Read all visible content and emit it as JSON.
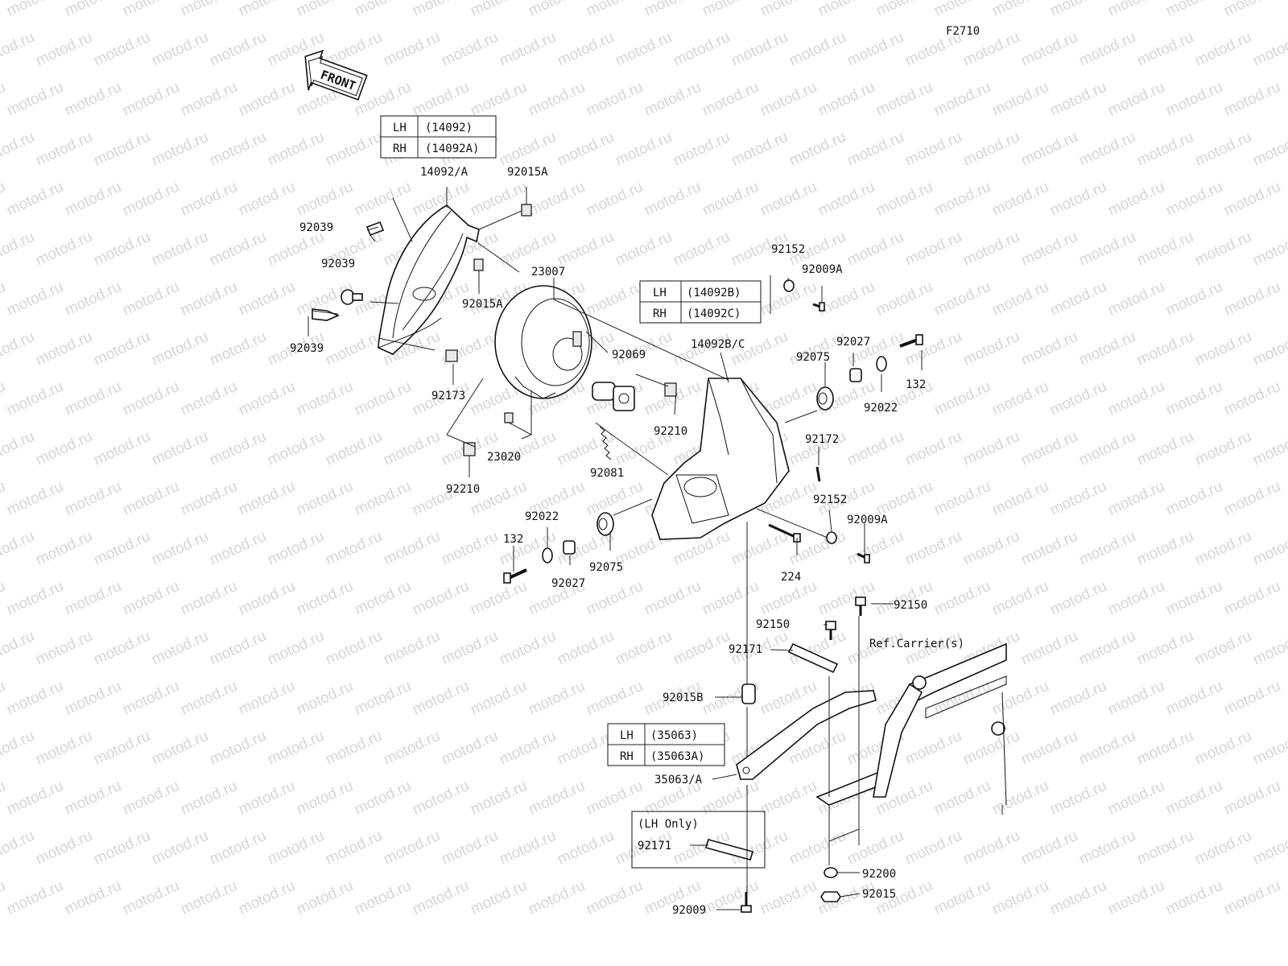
{
  "diagram_code": "F2710",
  "watermark_text": "motod.ru",
  "front_label": "FRONT",
  "tables": {
    "top_cover": {
      "rows": [
        {
          "side": "LH",
          "part": "(14092)"
        },
        {
          "side": "RH",
          "part": "(14092A)"
        }
      ]
    },
    "mid_cover": {
      "rows": [
        {
          "side": "LH",
          "part": "(14092B)"
        },
        {
          "side": "RH",
          "part": "(14092C)"
        }
      ]
    },
    "bracket": {
      "rows": [
        {
          "side": "LH",
          "part": "(35063)"
        },
        {
          "side": "RH",
          "part": "(35063A)"
        }
      ]
    }
  },
  "lh_only_note": "(LH Only)",
  "ref_note": "Ref.Carrier(s)",
  "callouts": [
    "14092/A",
    "92015A",
    "92039",
    "92039",
    "92039",
    "92015A",
    "23007",
    "92173",
    "92069",
    "23020",
    "92210",
    "92081",
    "92210",
    "14092B/C",
    "92152",
    "92009A",
    "92027",
    "132",
    "92075",
    "92022",
    "92172",
    "92152",
    "92009A",
    "92022",
    "132",
    "92075",
    "92027",
    "224",
    "92150",
    "92150",
    "92171",
    "92015B",
    "35063/A",
    "92171",
    "92200",
    "92015",
    "92009"
  ]
}
